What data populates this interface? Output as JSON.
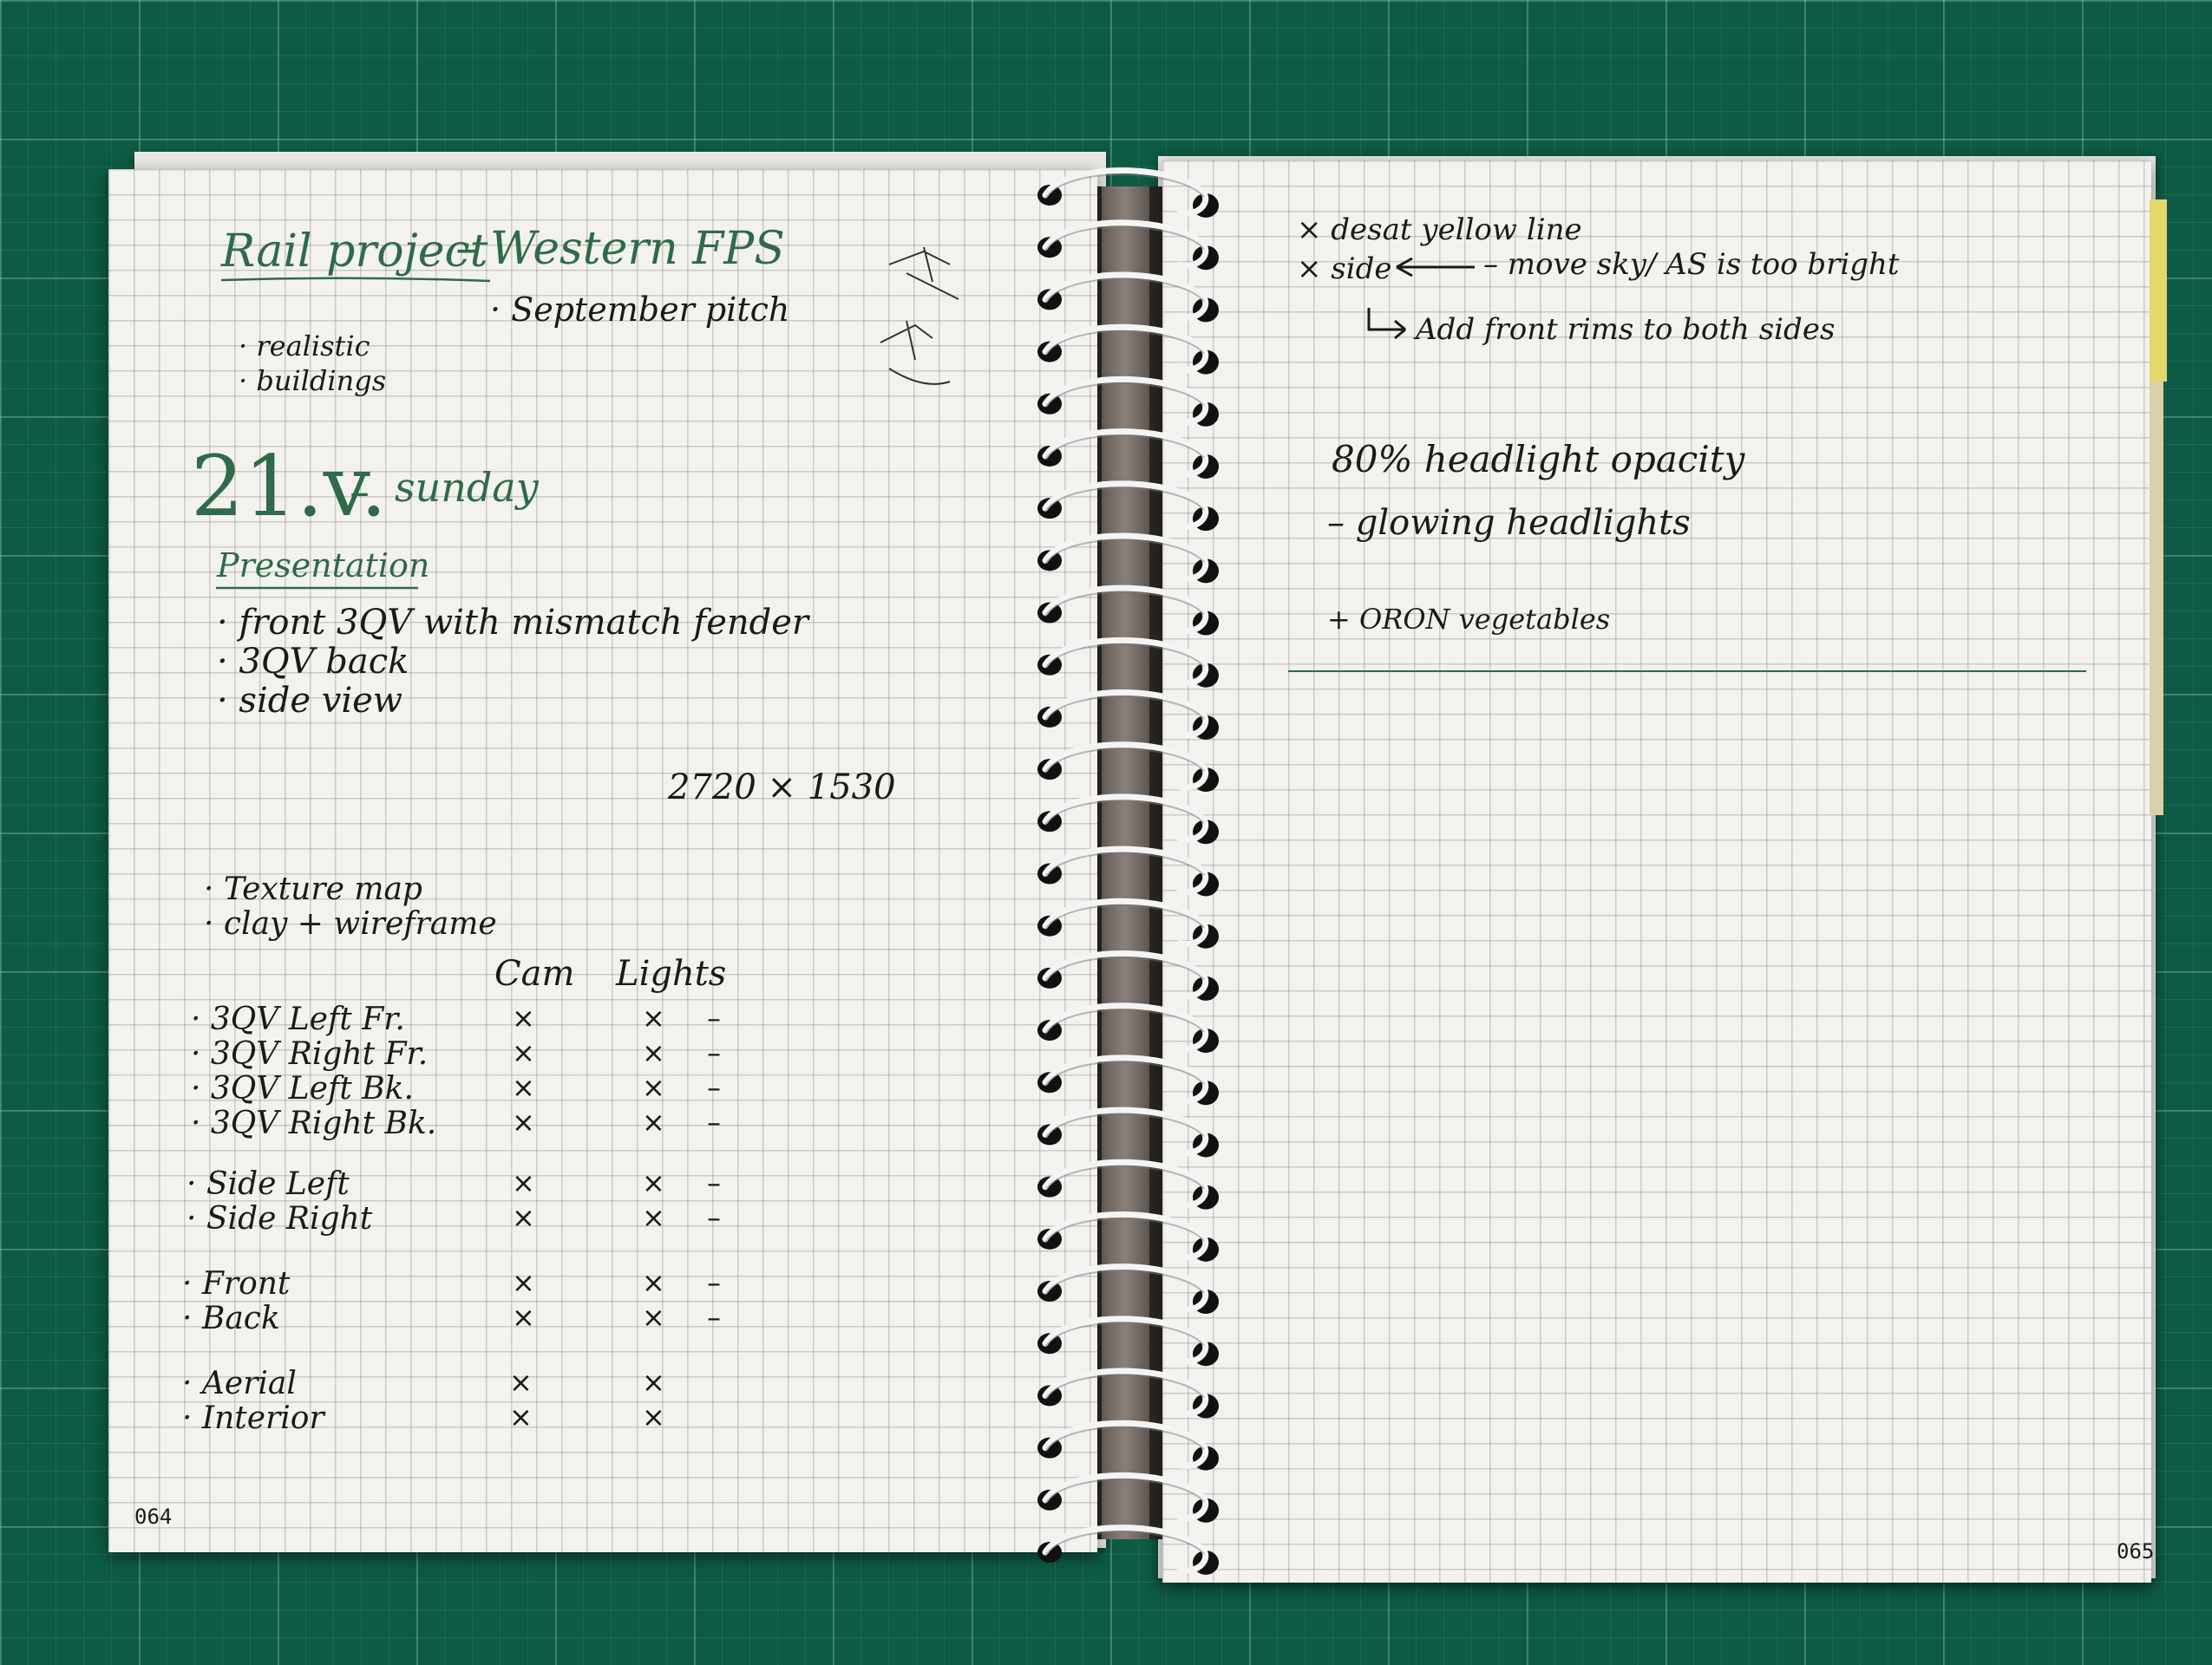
{
  "left_page": {
    "title": "Rail project",
    "title_dash": "–",
    "title_right": "Western FPS",
    "september": "· September pitch",
    "bullets_top": [
      "· realistic",
      "· buildings"
    ],
    "date_number": "21.v.",
    "date_dash": "–",
    "date_day": "sunday",
    "presentation": "Presentation",
    "presentation_items": [
      "· front 3QV with mismatch fender",
      "· 3QV back",
      "· side view"
    ],
    "resolution": "2720 × 1530",
    "texture_items": [
      "· Texture map",
      "· clay + wireframe"
    ],
    "table_headers": {
      "cam": "Cam",
      "lights": "Lights"
    },
    "rows": [
      {
        "label": "· 3QV Left Fr.",
        "cam": "×",
        "lights": "×",
        "extra": "–"
      },
      {
        "label": "· 3QV Right Fr.",
        "cam": "×",
        "lights": "×",
        "extra": "–"
      },
      {
        "label": "· 3QV Left Bk.",
        "cam": "×",
        "lights": "×",
        "extra": "–"
      },
      {
        "label": "· 3QV Right Bk.",
        "cam": "×",
        "lights": "×",
        "extra": "–"
      },
      {
        "label": "· Side Left",
        "cam": "×",
        "lights": "×",
        "extra": "–"
      },
      {
        "label": "· Side Right",
        "cam": "×",
        "lights": "×",
        "extra": "–"
      },
      {
        "label": "· Front",
        "cam": "×",
        "lights": "×",
        "extra": "–"
      },
      {
        "label": "· Back",
        "cam": "×",
        "lights": "×",
        "extra": "–"
      },
      {
        "label": "· Aerial",
        "cam": "×",
        "lights": "×",
        "extra": ""
      },
      {
        "label": "· Interior",
        "cam": "×",
        "lights": "×",
        "extra": ""
      }
    ],
    "page_number": "064"
  },
  "right_page": {
    "line1": "× desat yellow line",
    "line2_left": "× side",
    "line2_right": "– move sky/ AS is too bright",
    "line3": "Add front rims to both sides",
    "line4": "80% headlight opacity",
    "line5": "– glowing headlights",
    "line6": "+ ORON vegetables",
    "page_number": "065"
  },
  "colors": {
    "ink": "#1a1a1a",
    "green_ink": "#2f6a4a",
    "mat": "#0d5a45",
    "paper": "#f3f2ee"
  }
}
